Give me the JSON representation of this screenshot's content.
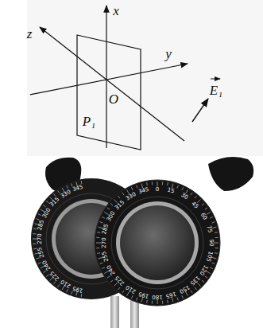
{
  "diagram": {
    "labels": [
      "z",
      "x",
      "y",
      "O",
      "P₁",
      "E₁",
      "0",
      "15",
      "30",
      "45",
      "60",
      "75",
      "90",
      "105",
      "120",
      "135",
      "150",
      "165",
      "180",
      "195",
      "210",
      "225",
      "240",
      "255",
      "270",
      "285",
      "300",
      "315",
      "330",
      "345",
      "345",
      "330",
      "315",
      "300",
      "285",
      "270",
      "255",
      "240",
      "225",
      "210",
      "195"
    ]
  }
}
